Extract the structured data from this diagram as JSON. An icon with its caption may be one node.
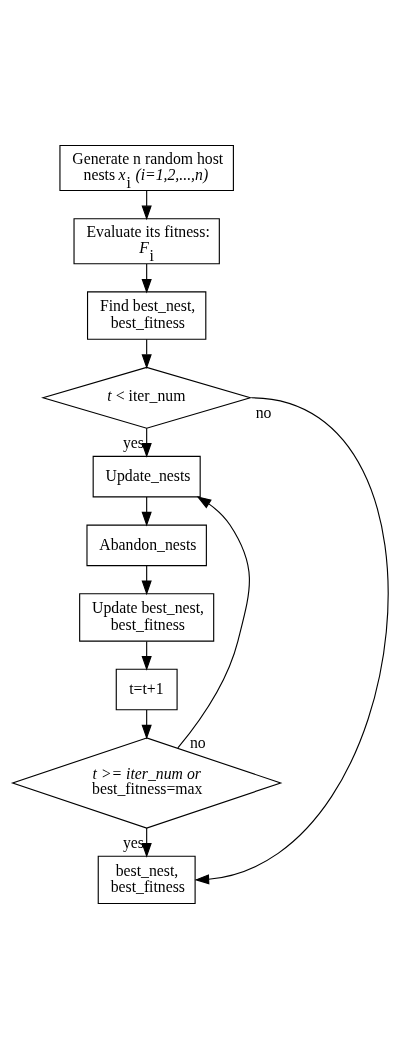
{
  "diagram": {
    "nodes": [
      {
        "text": [
          "Generate n random host nests *x*$_{i}$ *(i=1,2,...,n)*"
        ]
      },
      {
        "text": [
          "Evaluate its fitness: *F*$_{i}$"
        ]
      },
      {
        "text": [
          "Find best_nest, best_fitness"
        ]
      },
      {
        "text": [
          "*t* < iter_num"
        ]
      },
      {
        "text": [
          "Update_nests"
        ]
      },
      {
        "text": [
          "Abandon_nests"
        ]
      },
      {
        "text": [
          "Update best_nest, best_fitness"
        ]
      },
      {
        "text": [
          "t=t+1"
        ]
      },
      {
        "text": [
          "*t >= iter_num or* best_fitness=max"
        ]
      },
      {
        "text": [
          "best_nest, best_fitness"
        ]
      }
    ],
    "edges": [
      {
        "from": 0,
        "to": 1,
        "arrow": "to"
      },
      {
        "from": 1,
        "to": 2,
        "arrow": "to"
      },
      {
        "from": 2,
        "to": 3,
        "arrow": "to"
      },
      {
        "from": 3,
        "to": 4,
        "arrow": "to",
        "label": "yes"
      },
      {
        "from": 4,
        "to": 5,
        "arrow": "to"
      },
      {
        "from": 5,
        "to": 6,
        "arrow": "to"
      },
      {
        "from": 6,
        "to": 7,
        "arrow": "to"
      },
      {
        "from": 7,
        "to": 8,
        "arrow": "to"
      },
      {
        "from": 8,
        "to": 9,
        "arrow": "to",
        "label": "yes"
      },
      {
        "from": 3,
        "to": 9,
        "arrow": "to",
        "label": "no"
      },
      {
        "from": 8,
        "to": 4,
        "arrow": "to",
        "label": "no"
      }
    ]
  }
}
